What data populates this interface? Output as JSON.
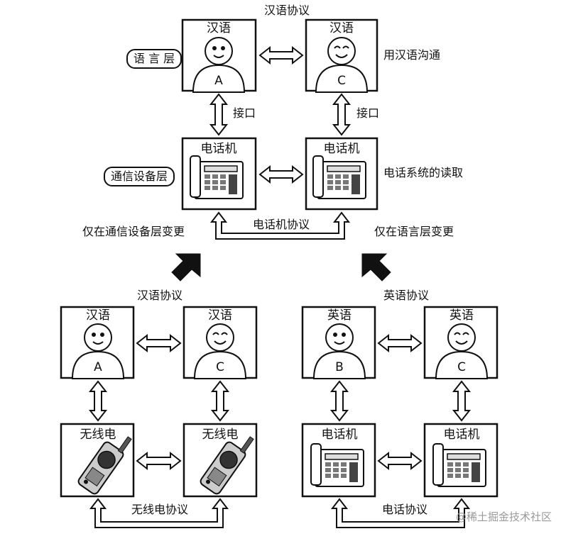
{
  "top": {
    "protocol_title": "汉语协议",
    "layer_language": "语 言 层",
    "layer_device": "通信设备层",
    "interface_label": "接口",
    "desc_language": "用汉语沟通",
    "desc_device": "电话系统的读取",
    "boxes": {
      "lang_left": {
        "title": "汉语",
        "letter": "A"
      },
      "lang_right": {
        "title": "汉语",
        "letter": "C"
      },
      "dev_left": {
        "title": "电话机"
      },
      "dev_right": {
        "title": "电话机"
      }
    },
    "bottom_protocol": "电话机协议",
    "change_left": "仅在通信设备层变更",
    "change_right": "仅在语言层变更"
  },
  "bottom_left": {
    "protocol_title": "汉语协议",
    "boxes": {
      "lang_left": {
        "title": "汉语",
        "letter": "A"
      },
      "lang_right": {
        "title": "汉语",
        "letter": "C"
      },
      "dev_left": {
        "title": "无线电"
      },
      "dev_right": {
        "title": "无线电"
      }
    },
    "bottom_protocol": "无线电协议"
  },
  "bottom_right": {
    "protocol_title": "英语协议",
    "boxes": {
      "lang_left": {
        "title": "英语",
        "letter": "B"
      },
      "lang_right": {
        "title": "英语",
        "letter": "C"
      },
      "dev_left": {
        "title": "电话机"
      },
      "dev_right": {
        "title": "电话机"
      }
    },
    "bottom_protocol": "电话协议"
  },
  "watermark": "@稀土掘金技术社区"
}
